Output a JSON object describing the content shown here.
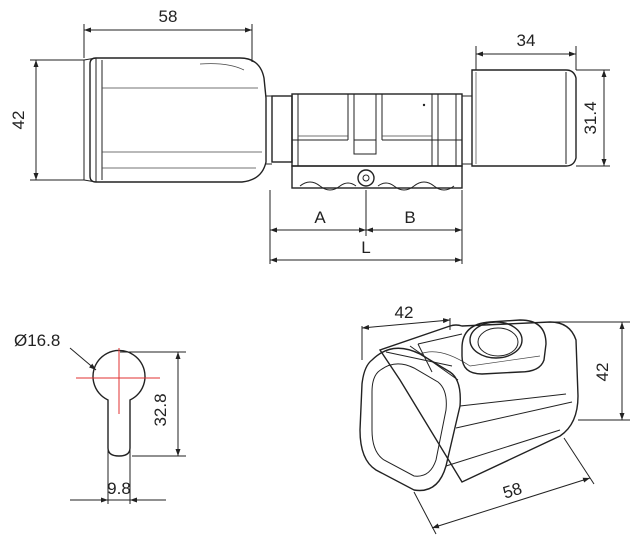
{
  "colors": {
    "line": "#222222",
    "centerline": "#e03030",
    "background": "#ffffff"
  },
  "dimensions": {
    "knob_width": "58",
    "knob_height": "42",
    "thumbturn_width": "34",
    "thumbturn_height": "31.4",
    "length_a": "A",
    "length_b": "B",
    "length_l": "L",
    "profile_diameter": "Ø16.8",
    "profile_height": "32.8",
    "profile_width": "9.8",
    "iso_width": "42",
    "iso_height": "42",
    "iso_depth": "58"
  }
}
